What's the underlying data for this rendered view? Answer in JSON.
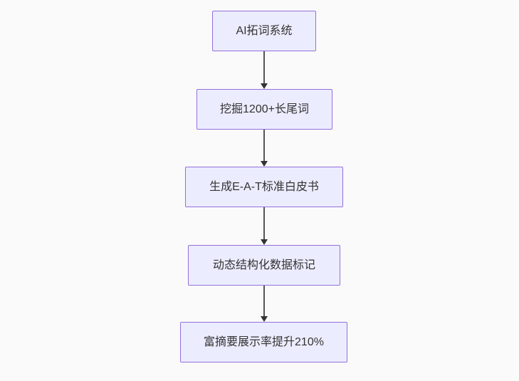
{
  "page": {
    "background_color": "#fafafa"
  },
  "diagram": {
    "type": "flowchart",
    "direction": "top-down",
    "style": {
      "node_fill": "#ECECFF",
      "node_border": "#9370DB",
      "node_text_color": "#333333",
      "edge_color": "#555555",
      "arrowhead_color": "#333333"
    },
    "nodes": [
      {
        "label": "AI拓词系统"
      },
      {
        "label": "挖掘1200+长尾词"
      },
      {
        "label": "生成E-A-T标准白皮书"
      },
      {
        "label": "动态结构化数据标记"
      },
      {
        "label": "富摘要展示率提升210%"
      }
    ],
    "edges": [
      {
        "from": "AI拓词系统",
        "to": "挖掘1200+长尾词"
      },
      {
        "from": "挖掘1200+长尾词",
        "to": "生成E-A-T标准白皮书"
      },
      {
        "from": "生成E-A-T标准白皮书",
        "to": "动态结构化数据标记"
      },
      {
        "from": "动态结构化数据标记",
        "to": "富摘要展示率提升210%"
      }
    ]
  }
}
